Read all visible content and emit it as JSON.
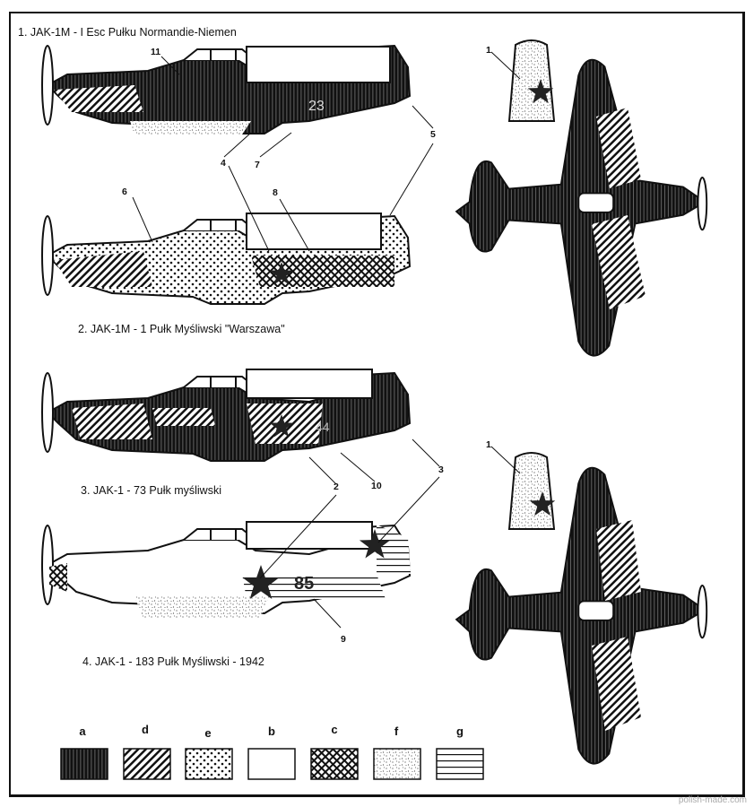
{
  "title": "JAK-1 / JAK-1M camouflage schemes",
  "profiles": [
    {
      "caption": "1. JAK-1M - I Esc Pułku Normandie-Niemen",
      "code": "23"
    },
    {
      "caption": "2. JAK-1M - 1 Pułk Myśliwski \"Warszawa\"",
      "code": ""
    },
    {
      "caption": "3. JAK-1 - 73 Pułk myśliwski",
      "code": "44"
    },
    {
      "caption": "4. JAK-1 - 183 Pułk Myśliwski - 1942",
      "code": "85"
    }
  ],
  "callouts": [
    "11",
    "4",
    "7",
    "5",
    "6",
    "8",
    "2",
    "10",
    "3",
    "9",
    "1",
    "1"
  ],
  "legend": [
    {
      "key": "a",
      "pattern": "vertical-dark"
    },
    {
      "key": "d",
      "pattern": "diagonal"
    },
    {
      "key": "e",
      "pattern": "dots"
    },
    {
      "key": "b",
      "pattern": "plain"
    },
    {
      "key": "c",
      "pattern": "crosshatch"
    },
    {
      "key": "f",
      "pattern": "stipple"
    },
    {
      "key": "g",
      "pattern": "horizontal"
    }
  ],
  "watermark": "polish-made.com",
  "colors": {
    "ink": "#111111",
    "paper": "#ffffff",
    "watermark": "#aaaaaa"
  }
}
